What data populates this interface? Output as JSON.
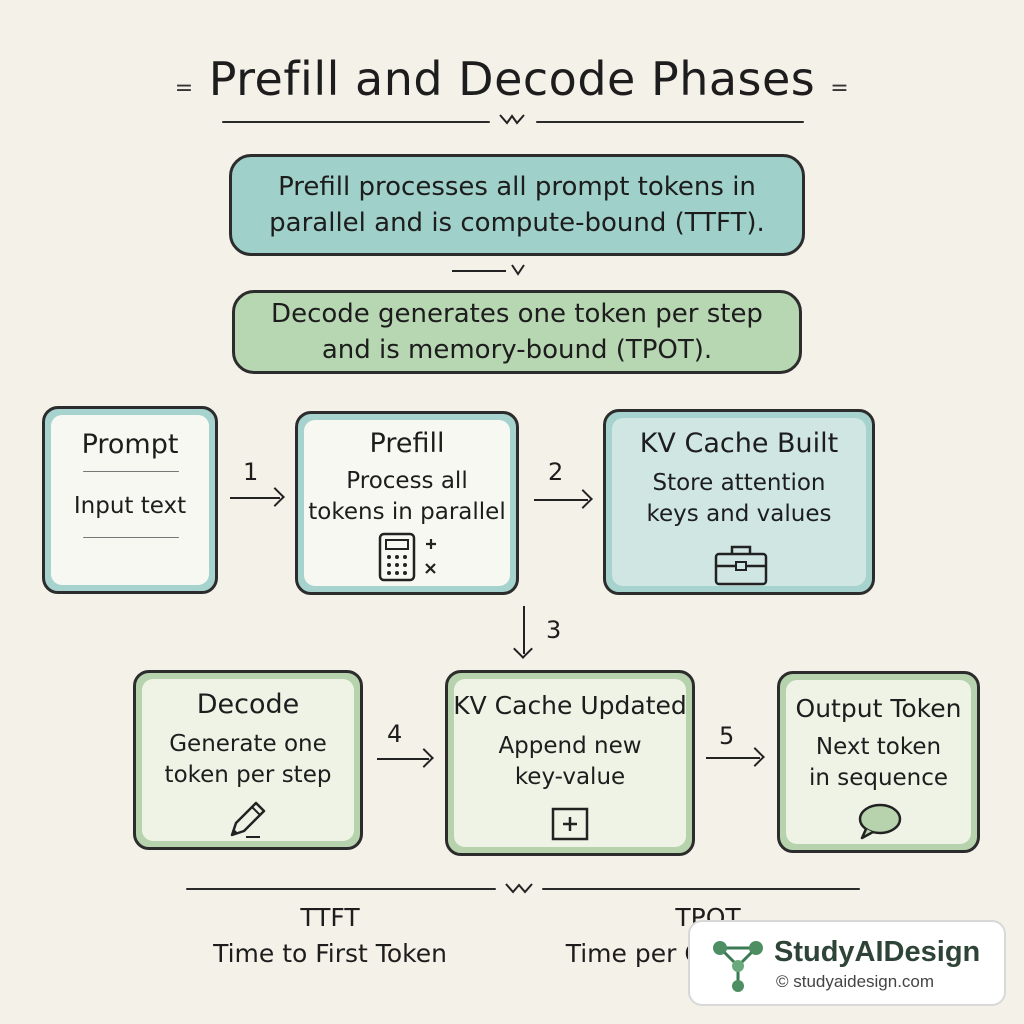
{
  "title": "Prefill and Decode Phases",
  "banners": {
    "prefill": "Prefill processes all prompt tokens in parallel and is compute-bound (TTFT).",
    "decode": "Decode generates one token per step and is memory-bound (TPOT)."
  },
  "boxes": {
    "prompt": {
      "title": "Prompt",
      "subtitle": "Input text"
    },
    "prefill": {
      "title": "Prefill",
      "subtitle": "Process all tokens in parallel",
      "icon": "calculator-icon"
    },
    "kv_built": {
      "title": "KV Cache Built",
      "subtitle": "Store attention keys and values",
      "icon": "toolbox-icon"
    },
    "decode": {
      "title": "Decode",
      "subtitle": "Generate one token per step",
      "icon": "pencil-icon"
    },
    "kv_updated": {
      "title": "KV Cache Updated",
      "subtitle": "Append new key-value",
      "icon": "plus-square-icon"
    },
    "output": {
      "title": "Output Token",
      "subtitle": "Next token in sequence",
      "icon": "speech-bubble-icon"
    }
  },
  "steps": [
    "1",
    "2",
    "3",
    "4",
    "5"
  ],
  "legend": {
    "ttft_abbr": "TTFT",
    "ttft_full": "Time to First Token",
    "tpot_abbr": "TPOT",
    "tpot_full": "Time per Output Token"
  },
  "watermark": {
    "brand": "StudyAIDesign",
    "url": "© studyaidesign.com"
  },
  "colors": {
    "background": "#f4f1e8",
    "prefill_blue": "#9fd0c9",
    "decode_green": "#b7d6b2",
    "brand_green": "#2e4436"
  }
}
